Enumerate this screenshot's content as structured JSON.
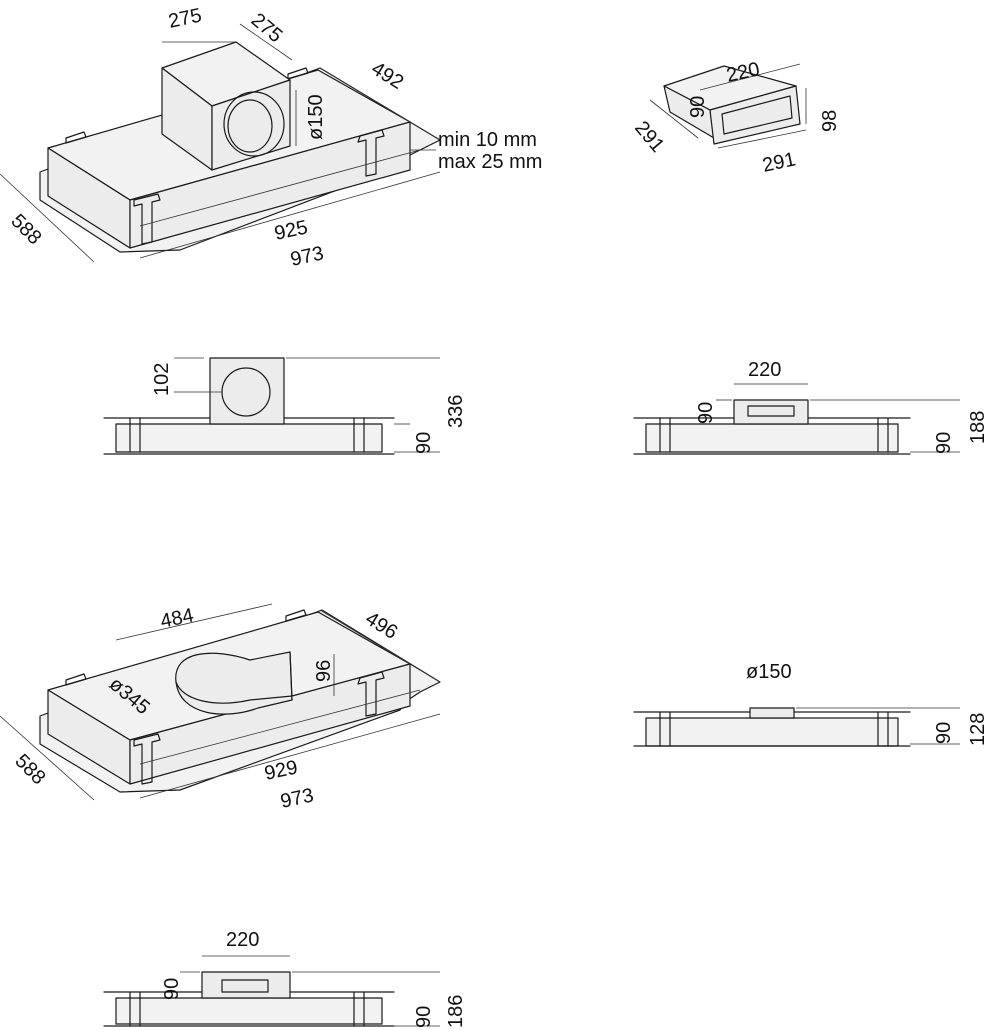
{
  "views": {
    "hood_chimney_iso": {
      "box_w": "275",
      "box_d": "275",
      "outlet_dia": "ø150",
      "depth": "492",
      "gap_min": "min 10 mm",
      "gap_max": "max 25 mm",
      "side": "588",
      "inner_w": "925",
      "outer_w": "973"
    },
    "adapter_iso": {
      "width": "220",
      "height_left": "90",
      "height_right": "98",
      "depth_left": "291",
      "depth_right": "291"
    },
    "hood_chimney_front": {
      "outlet_center": "102",
      "body_h": "90",
      "total_h": "336"
    },
    "adapter_front": {
      "width": "220",
      "outlet_h": "90",
      "body_h": "90",
      "total_h": "188"
    },
    "hood_plenum_iso": {
      "plenum_w": "484",
      "depth": "496",
      "outlet_h": "96",
      "plenum_dia": "ø345",
      "side": "588",
      "inner_w": "929",
      "outer_w": "973"
    },
    "round_front": {
      "outlet_dia": "ø150",
      "body_h": "90",
      "total_h": "128"
    },
    "rect_front": {
      "width": "220",
      "outlet_h": "90",
      "body_h": "90",
      "total_h": "186"
    }
  }
}
